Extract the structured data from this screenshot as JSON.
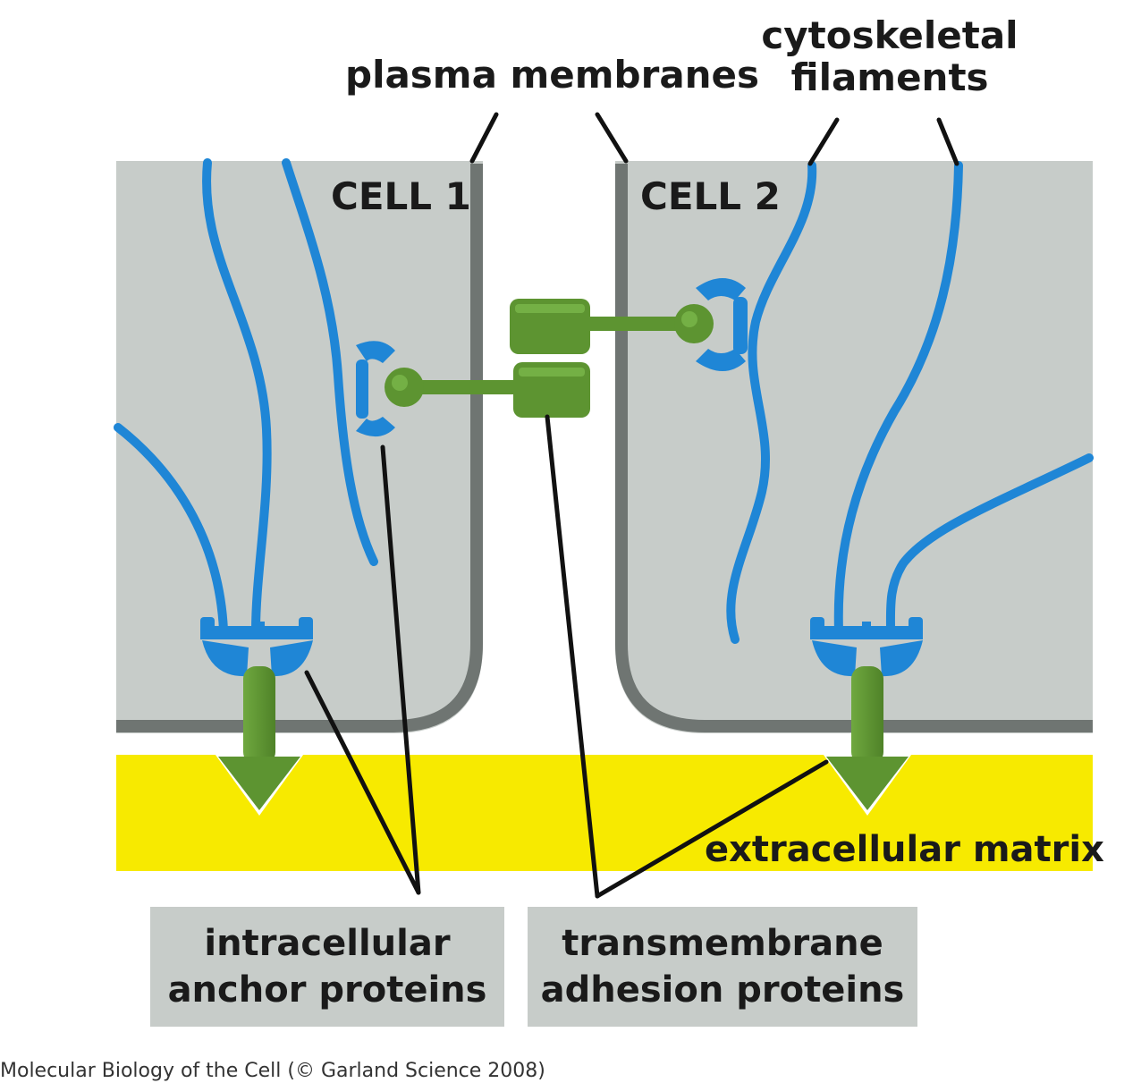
{
  "labels": {
    "plasma_membranes": "plasma membranes",
    "cytoskeletal_filaments_line1": "cytoskeletal",
    "cytoskeletal_filaments_line2": "filaments",
    "cell_1": "CELL 1",
    "cell_2": "CELL 2",
    "extracellular_matrix": "extracellular matrix",
    "intracellular_line1": "intracellular",
    "intracellular_line2": "anchor proteins",
    "transmembrane_line1": "transmembrane",
    "transmembrane_line2": "adhesion proteins",
    "credit": "Molecular Biology of the Cell (© Garland Science 2008)"
  },
  "colors": {
    "cell_fill": "#c7ccc9",
    "membrane": "#6f7572",
    "filament": "#1f86d6",
    "anchor_protein": "#1f86d6",
    "adhesion_protein": "#5d9431",
    "extracellular_matrix": "#f7ea00",
    "label_box": "#c7ccc9"
  }
}
